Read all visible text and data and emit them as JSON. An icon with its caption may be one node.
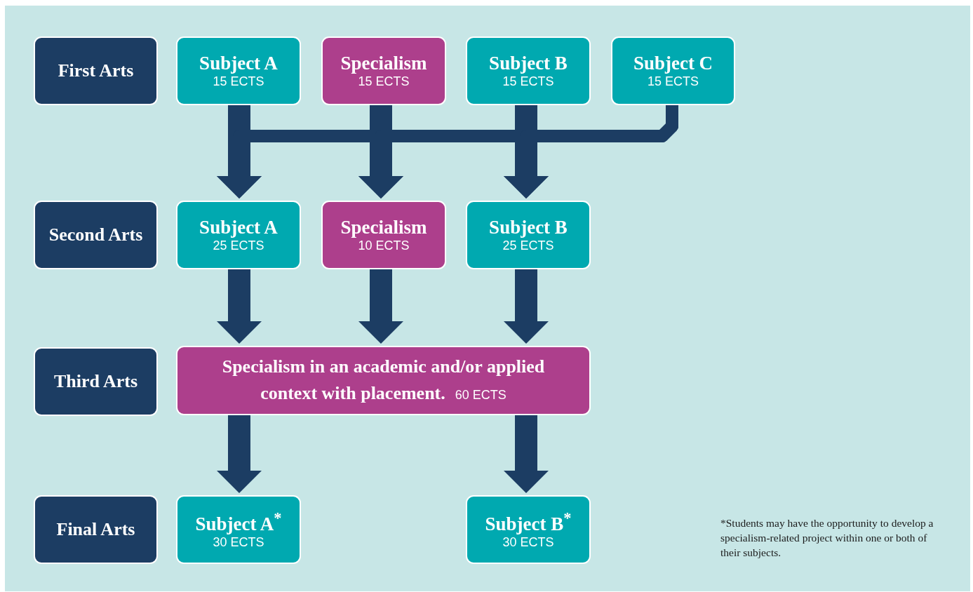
{
  "diagram": {
    "nodes": [
      {
        "text": [
          "First Arts"
        ]
      },
      {
        "text": [
          "Subject A",
          "15 ECTS"
        ]
      },
      {
        "text": [
          "Specialism",
          "15 ECTS"
        ]
      },
      {
        "text": [
          "Subject B",
          "15 ECTS"
        ]
      },
      {
        "text": [
          "Subject C",
          "15 ECTS"
        ]
      },
      {
        "text": [
          "Second Arts"
        ]
      },
      {
        "text": [
          "Subject A",
          "25 ECTS"
        ]
      },
      {
        "text": [
          "Specialism",
          "10 ECTS"
        ]
      },
      {
        "text": [
          "Subject B",
          "25 ECTS"
        ]
      },
      {
        "text": [
          "Third Arts"
        ]
      },
      {
        "text": [
          "Specialism in an academic and/or applied context with placement.",
          "60 ECTS"
        ]
      },
      {
        "text": [
          "Final Arts"
        ]
      },
      {
        "text": [
          "Subject A$^{*}$",
          "30 ECTS"
        ]
      },
      {
        "text": [
          "Subject B$^{*}$",
          "30 ECTS"
        ]
      }
    ],
    "edges": [
      {
        "from": 1,
        "to": 6,
        "arrow": "to"
      },
      {
        "from": 2,
        "to": 7,
        "arrow": "to"
      },
      {
        "from": 3,
        "to": 8,
        "arrow": "to"
      },
      {
        "from": 4,
        "to": 6,
        "arrow": "to"
      },
      {
        "from": 4,
        "to": 7,
        "arrow": "to"
      },
      {
        "from": 4,
        "to": 8,
        "arrow": "to"
      },
      {
        "from": 6,
        "to": 10,
        "arrow": "to"
      },
      {
        "from": 7,
        "to": 10,
        "arrow": "to"
      },
      {
        "from": 8,
        "to": 10,
        "arrow": "to"
      },
      {
        "from": 10,
        "to": 12,
        "arrow": "to"
      },
      {
        "from": 10,
        "to": 13,
        "arrow": "to"
      }
    ],
    "labels": [
      "*Students may have the opportunity to develop a specialism-related project within one or both of their subjects."
    ]
  }
}
